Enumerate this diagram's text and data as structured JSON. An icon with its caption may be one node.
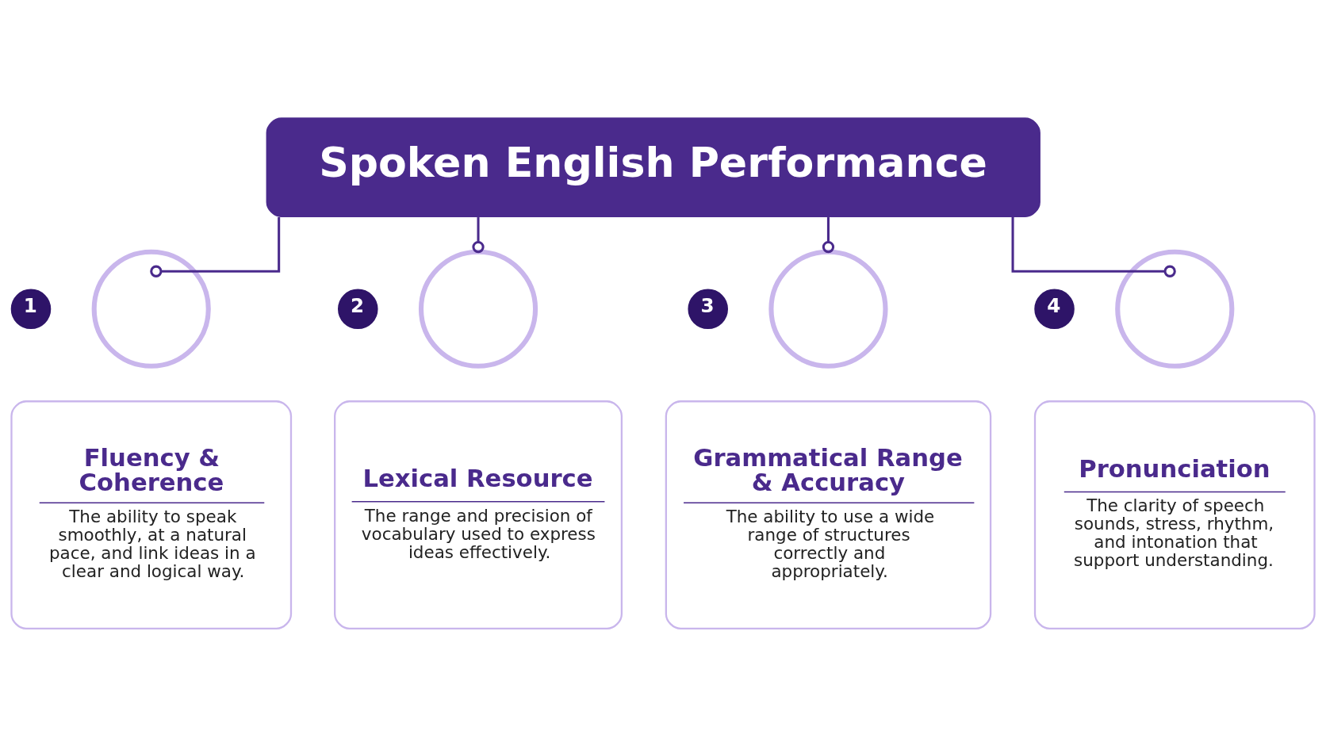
{
  "diagram": {
    "nodes": [
      {
        "text": [
          "Spoken English Performance"
        ]
      },
      {
        "text": [
          "1"
        ]
      },
      {
        "text": [],
        "shape": "circle"
      },
      {
        "text": [
          "Fluency & Coherence",
          "The ability to speak smoothly, at a natural pace, and link ideas in a clear and logical way."
        ]
      },
      {
        "text": [
          "2"
        ]
      },
      {
        "text": [],
        "shape": "circle"
      },
      {
        "text": [
          "Lexical Resource",
          "The range and precision of vocabulary used to express ideas effectively."
        ]
      },
      {
        "text": [
          "3"
        ]
      },
      {
        "text": [],
        "shape": "circle"
      },
      {
        "text": [
          "Grammatical Range & Accuracy",
          "The ability to use a wide range of structures correctly and appropriately."
        ]
      },
      {
        "text": [
          "4"
        ]
      },
      {
        "text": [],
        "shape": "circle"
      },
      {
        "text": [
          "Pronunciation",
          "The clarity of speech sounds, stress, rhythm, and intonation that support understanding."
        ]
      }
    ],
    "edges": [
      {
        "from": 0,
        "to": 2,
        "arrow": "other"
      },
      {
        "from": 0,
        "to": 5,
        "arrow": "other"
      },
      {
        "from": 0,
        "to": 8,
        "arrow": "other"
      },
      {
        "from": 0,
        "to": 11,
        "arrow": "other"
      }
    ]
  }
}
